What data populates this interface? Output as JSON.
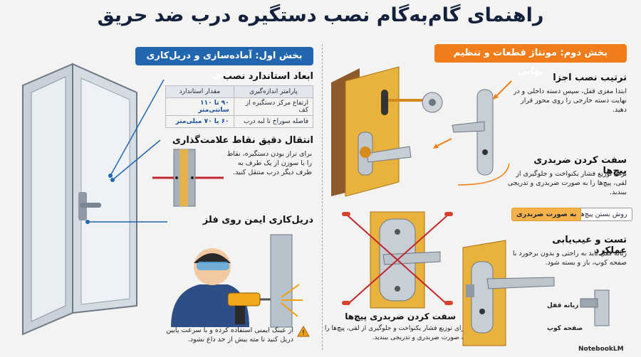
{
  "title": "راهنمای گام‌به‌گام نصب دستگیره درب ضد حریق",
  "section_right": {
    "badge": "بخش دوم: مونتاژ قطعات و تنظیم نهایی",
    "step1": {
      "heading": "ترتیب نصب اجزا",
      "text": "ابتدا مغزی قفل، سپس دسته داخلی و در نهایت دسته خارجی را روی محور قرار دهید."
    },
    "step2": {
      "heading": "سفت کردن ضربدری پیچ‌ها",
      "text": "برای توزیع فشار یکنواخت و جلوگیری از لقی، پیچ‌ها را به صورت ضربدری و تدریجی ببندید."
    },
    "screw_method": {
      "label": "روش بستن پیچ‌ها",
      "value": "به صورت ضربدری"
    },
    "step3": {
      "heading": "تست و عیب‌یابی عملکرد",
      "text": "زبانه قفل باید به راحتی و بدون برخورد با صفحه کوپ، باز و بسته شود."
    },
    "tongue_label": "زبانه قفل",
    "strike_label": "صفحه کوپ",
    "cross_heading": "سفت کردن ضربدری پیچ‌ها",
    "cross_text": "برای توزیع فشار یکنواخت و جلوگیری از لقی، پیچ‌ها را به صورت ضربدری و تدریجی ببندید."
  },
  "section_left": {
    "badge": "بخش اول: آماده‌سازی و دریل‌کاری دقیق",
    "dims": {
      "heading": "ابعاد استاندارد نصب",
      "columns": [
        "پارامتر اندازه‌گیری",
        "مقدار استاندارد"
      ],
      "rows": [
        [
          "ارتفاع مرکز دستگیره از کف",
          "۹۰ تا ۱۱۰ سانتی‌متر"
        ],
        [
          "فاصله سوراخ تا لبه درب",
          "۶۰ یا ۷۰ میلی‌متر"
        ]
      ]
    },
    "marking": {
      "heading": "انتقال دقیق نقاط علامت‌گذاری",
      "text": "برای تراز بودن دستگیره، نقاط را با سوزن از یک طرف به طرف دیگر درب منتقل کنید."
    },
    "drilling": {
      "heading": "دریل‌کاری ایمن روی فلز"
    },
    "warning": {
      "text": "از عینک ایمنی استفاده کرده و با سرعت پایین دریل کنید تا مته بیش از حد داغ نشود."
    }
  },
  "brand": "NotebookLM",
  "colors": {
    "orange": "#f07c1a",
    "blue": "#2266b0",
    "steel": "#9aa5b1",
    "wood": "#e9b23c"
  }
}
